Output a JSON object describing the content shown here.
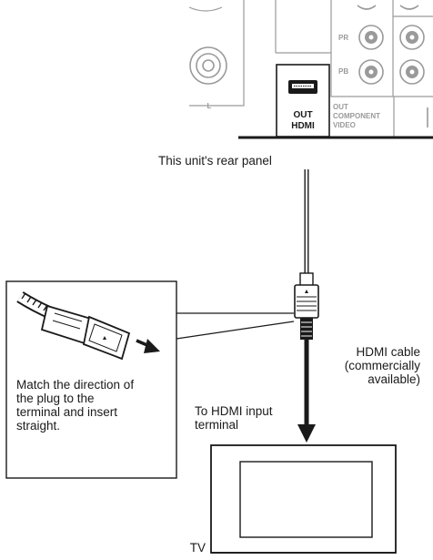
{
  "panel": {
    "pr_label": "PR",
    "pb_label": "PB",
    "l_label": "L",
    "out_hdmi_line1": "OUT",
    "out_hdmi_line2": "HDMI",
    "component_line1": "OUT",
    "component_line2": "COMPONENT",
    "component_line3": "VIDEO"
  },
  "labels": {
    "rear_panel": "This unit's rear panel",
    "instruction_line1": "Match the direction of",
    "instruction_line2": "the plug to the",
    "instruction_line3": "terminal and insert",
    "instruction_line4": "straight.",
    "cable_line1": "HDMI cable",
    "cable_line2": "(commercially",
    "cable_line3": "available)",
    "input_line1": "To HDMI input",
    "input_line2": "terminal",
    "tv": "TV"
  }
}
